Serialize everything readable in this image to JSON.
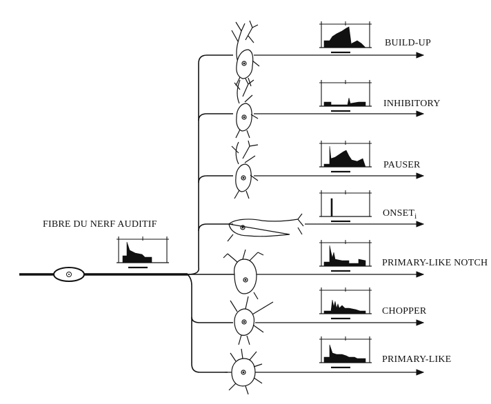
{
  "fiber": {
    "label": "FIBRE DU NERF AUDITIF"
  },
  "responses": [
    {
      "label": "BUILD-UP"
    },
    {
      "label": "INHIBITORY"
    },
    {
      "label": "PAUSER"
    },
    {
      "label": "ONSET",
      "subscript": "i"
    },
    {
      "label": "PRIMARY-LIKE NOTCH"
    },
    {
      "label": "CHOPPER"
    },
    {
      "label": "PRIMARY-LIKE"
    }
  ],
  "colors": {
    "ink": "#111111",
    "background": "#ffffff"
  }
}
